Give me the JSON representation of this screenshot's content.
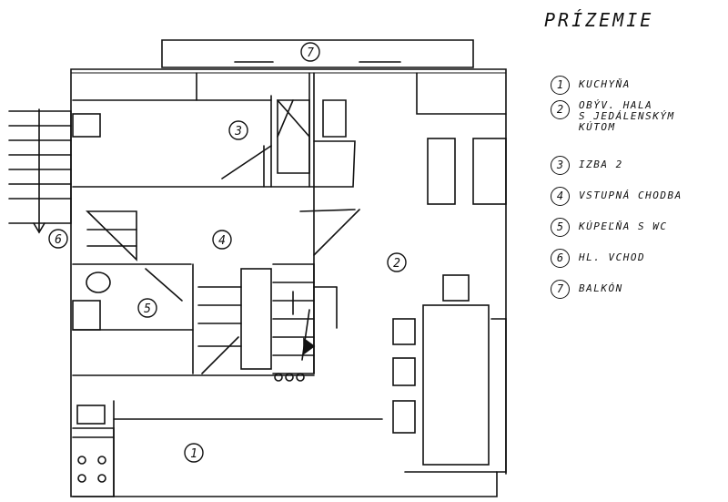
{
  "title": "PRÍZEMIE",
  "legend": [
    {
      "num": "1",
      "label": "KUCHYŇA"
    },
    {
      "num": "2",
      "label": "OBÝV. HALA\nS JEDÁLENSKÝM\nKÚTOM"
    },
    {
      "num": "3",
      "label": "IZBA  2"
    },
    {
      "num": "4",
      "label": "VSTUPNÁ CHODBA"
    },
    {
      "num": "5",
      "label": "KÚPEĽŇA  S WC"
    },
    {
      "num": "6",
      "label": "HL. VCHOD"
    },
    {
      "num": "7",
      "label": "BALKÓN"
    }
  ],
  "room_markers": {
    "r1": "1",
    "r2": "2",
    "r3": "3",
    "r4": "4",
    "r5": "5",
    "r6": "6",
    "r7": "7"
  }
}
